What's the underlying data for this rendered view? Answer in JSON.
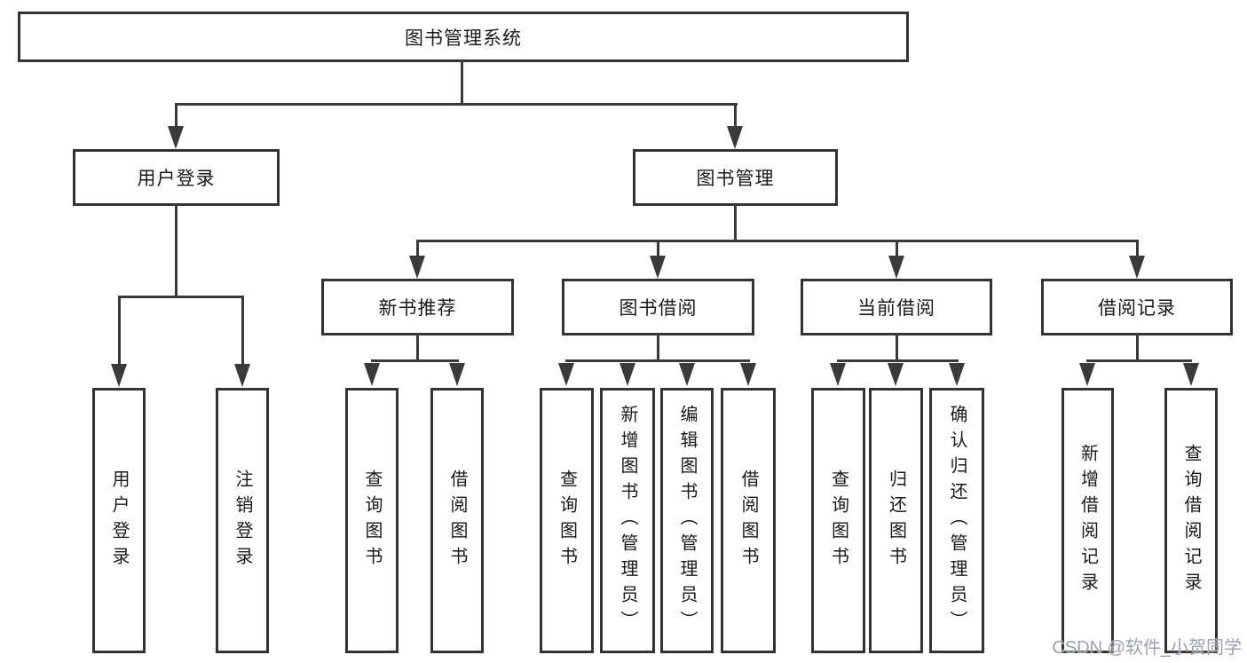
{
  "colors": {
    "line": "#3a3a3a",
    "box_border": "#333333",
    "text": "#1a1a1a",
    "watermark": "#9ba0ab"
  },
  "tree": {
    "root": "图书管理系统",
    "nodes": [
      {
        "label": "用户登录",
        "children": [
          "用户登录",
          "注销登录"
        ]
      },
      {
        "label": "图书管理",
        "sub": [
          {
            "label": "新书推荐",
            "children": [
              "查询图书",
              "借阅图书"
            ]
          },
          {
            "label": "图书借阅",
            "children": [
              "查询图书",
              "新增图书（管理员）",
              "编辑图书（管理员）",
              "借阅图书"
            ]
          },
          {
            "label": "当前借阅",
            "children": [
              "查询图书",
              "归还图书",
              "确认归还（管理员）"
            ]
          },
          {
            "label": "借阅记录",
            "children": [
              "新增借阅记录",
              "查询借阅记录"
            ]
          }
        ]
      }
    ]
  },
  "watermark": {
    "text": "CSDN @软件_小贺同学"
  }
}
